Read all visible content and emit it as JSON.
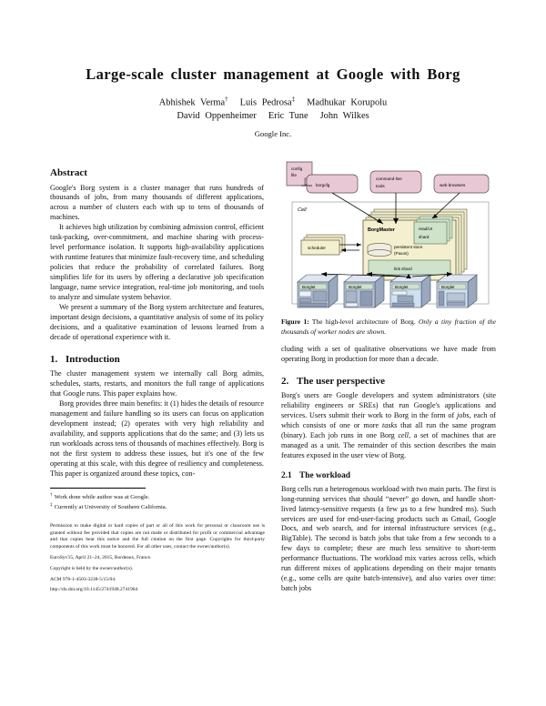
{
  "paper": {
    "title": "Large-scale cluster management at Google with Borg",
    "authors_line1": [
      "Abhishek Verma",
      "Luis Pedrosa",
      "Madhukar Korupolu"
    ],
    "authors_line1_marks": [
      "†",
      "‡",
      ""
    ],
    "authors_line2": [
      "David Oppenheimer",
      "Eric Tune",
      "John Wilkes"
    ],
    "affiliation": "Google Inc."
  },
  "abstract": {
    "heading": "Abstract",
    "p1": "Google's Borg system is a cluster manager that runs hundreds of thousands of jobs, from many thousands of different applications, across a number of clusters each with up to tens of thousands of machines.",
    "p2": "It achieves high utilization by combining admission control, efficient task-packing, over-commitment, and machine sharing with process-level performance isolation. It supports high-availability applications with runtime features that minimize fault-recovery time, and scheduling policies that reduce the probability of correlated failures. Borg simplifies life for its users by offering a declarative job specification language, name service integration, real-time job monitoring, and tools to analyze and simulate system behavior.",
    "p3": "We present a summary of the Borg system architecture and features, important design decisions, a quantitative analysis of some of its policy decisions, and a qualitative examination of lessons learned from a decade of operational experience with it."
  },
  "introduction": {
    "number": "1.",
    "heading": "Introduction",
    "p1": "The cluster management system we internally call Borg admits, schedules, starts, restarts, and monitors the full range of applications that Google runs. This paper explains how.",
    "p2": "Borg provides three main benefits: it (1) hides the details of resource management and failure handling so its users can focus on application development instead; (2) operates with very high reliability and availability, and supports applications that do the same; and (3) lets us run workloads across tens of thousands of machines effectively. Borg is not the first system to address these issues, but it's one of the few operating at this scale, with this degree of resiliency and completeness. This paper is organized around these topics, con-"
  },
  "footnotes": [
    {
      "mark": "†",
      "text": "Work done while author was at Google."
    },
    {
      "mark": "‡",
      "text": "Currently at University of Southern California."
    }
  ],
  "copyright": {
    "permission": "Permission to make digital or hard copies of part or all of this work for personal or classroom use is granted without fee provided that copies are not made or distributed for profit or commercial advantage and that copies bear this notice and the full citation on the first page. Copyrights for third-party components of this work must be honored. For all other uses, contact the owner/author(s).",
    "permission_italic": "For all other uses, contact the owner/author(s).",
    "venue": "EuroSys'15,    April 21–24, 2015, Bordeaux, France.",
    "held": "Copyright is held by the owner/author(s).",
    "acm": "ACM 978-1-4503-3238-5/15/04.",
    "doi": "http://dx.doi.org/10.1145/2741948.2741964"
  },
  "figure": {
    "caption_bold": "Figure 1:",
    "caption_roman": " The high-level architecture of Borg. ",
    "caption_italic": "Only a tiny fraction of the thousands of worker nodes are shown.",
    "labels": {
      "config_file": "config\nfile",
      "config_file_l1": "config",
      "config_file_l2": "file",
      "borgcfg": "borgcfg",
      "cli_l1": "command-line",
      "cli_l2": "tools",
      "web_browsers": "web browsers",
      "cell": "Cell",
      "borgmaster": "BorgMaster",
      "readui_l1": "read/UI",
      "readui_l2": "shard",
      "persistent_l1": "persistent store",
      "persistent_l2": "(Paxos)",
      "link_shard": "link shard",
      "scheduler": "scheduler",
      "borglet": "Borglet"
    },
    "colors": {
      "client_box": "#e8c8d4",
      "master_box": "#f4f0cf",
      "shard_box": "#cfe3cb",
      "machine_body": "#b9c4d4",
      "machine_light": "#cfe0f0",
      "scheduler_box": "#f4f0cf",
      "outline": "#4a4a4a"
    }
  },
  "user_perspective": {
    "lead_in": "cluding with a set of qualitative observations we have made from operating Borg in production for more than a decade.",
    "number": "2.",
    "heading": "The user perspective",
    "p1_a": "Borg's users are Google developers and system administrators (site reliability engineers or SREs) that run Google's applications and services. Users submit their work to Borg in the form of ",
    "p1_jobs": "jobs",
    "p1_b": ", each of which consists of one or more ",
    "p1_tasks": "tasks",
    "p1_c": " that all run the same program (binary). Each job runs in one Borg ",
    "p1_cell": "cell",
    "p1_d": ", a set of machines that are managed as a unit. The remainder of this section describes the main features exposed in the user view of Borg.",
    "sub_number": "2.1",
    "sub_heading": "The workload",
    "p2": "Borg cells run a heterogenous workload with two main parts. The first is long-running services that should “never” go down, and handle short-lived latency-sensitive requests (a few µs to a few hundred ms). Such services are used for end-user-facing products such as Gmail, Google Docs, and web search, and for internal infrastructure services (e.g., BigTable). The second is batch jobs that take from a few seconds to a few days to complete; these are much less sensitive to short-term performance fluctuations. The workload mix varies across cells, which run different mixes of applications depending on their major tenants (e.g., some cells are quite batch-intensive), and also varies over time: batch jobs"
  }
}
